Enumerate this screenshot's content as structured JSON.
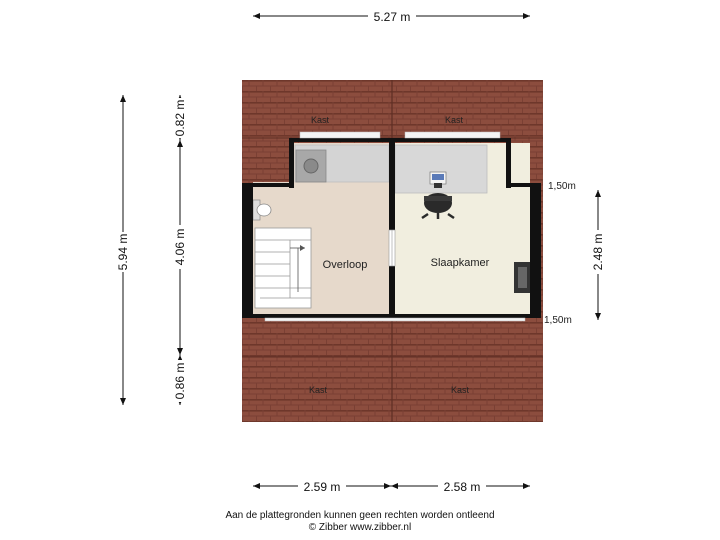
{
  "dimensions": {
    "total_width": "5.27 m",
    "total_depth": "5.94 m",
    "top_section": "0.82 m",
    "middle_section": "4.06 m",
    "bottom_section": "0.86 m",
    "left_width": "2.59 m",
    "right_width": "2.58 m",
    "bedroom_depth": "2.48 m",
    "ceiling_height_top": "1,50m",
    "ceiling_height_bottom": "1,50m"
  },
  "rooms": {
    "kast_top_left": "Kast",
    "kast_top_right": "Kast",
    "kast_bottom_left": "Kast",
    "kast_bottom_right": "Kast",
    "landing": "Overloop",
    "bedroom": "Slaapkamer"
  },
  "footer": {
    "disclaimer": "Aan de plattegronden kunnen geen rechten worden ontleend",
    "copyright": "© Zibber www.zibber.nl"
  },
  "colors": {
    "roof_tile": "#8a4b3c",
    "landing_floor": "#e6d9cb",
    "bedroom_floor": "#f1eedf",
    "wall": "#111111",
    "counter": "#d4d4d4"
  }
}
